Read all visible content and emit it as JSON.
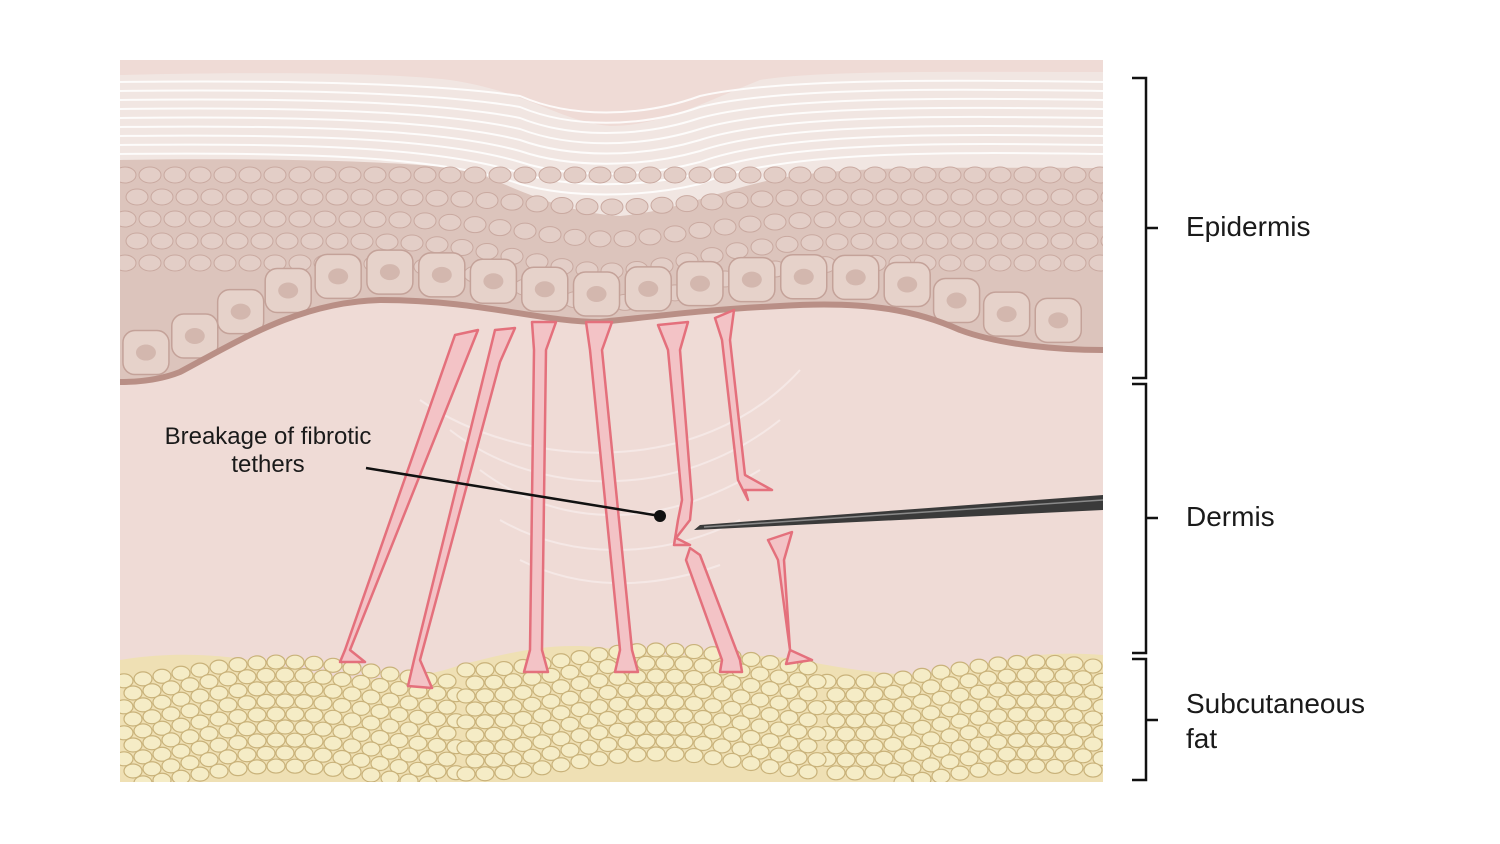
{
  "layers": {
    "epidermis": {
      "label": "Epidermis"
    },
    "dermis": {
      "label": "Dermis"
    },
    "subcutaneous_fat": {
      "label_line1": "Subcutaneous",
      "label_line2": "fat"
    }
  },
  "callout": {
    "line1": "Breakage of fibrotic",
    "line2": "tethers"
  },
  "colors": {
    "stratum_corneum": "#f1e6e2",
    "epidermis": "#dcc4bc",
    "basal_cells": "#e6d2ca",
    "basement_membrane": "#b98f86",
    "dermis": "#efdbd6",
    "fibrotic_tether": "#e4707c",
    "fat_cell": "#f5ecc6",
    "fat_outline": "#c9b27a",
    "needle": "#3a3a3a"
  },
  "icons": {
    "needle": "needle-icon"
  }
}
